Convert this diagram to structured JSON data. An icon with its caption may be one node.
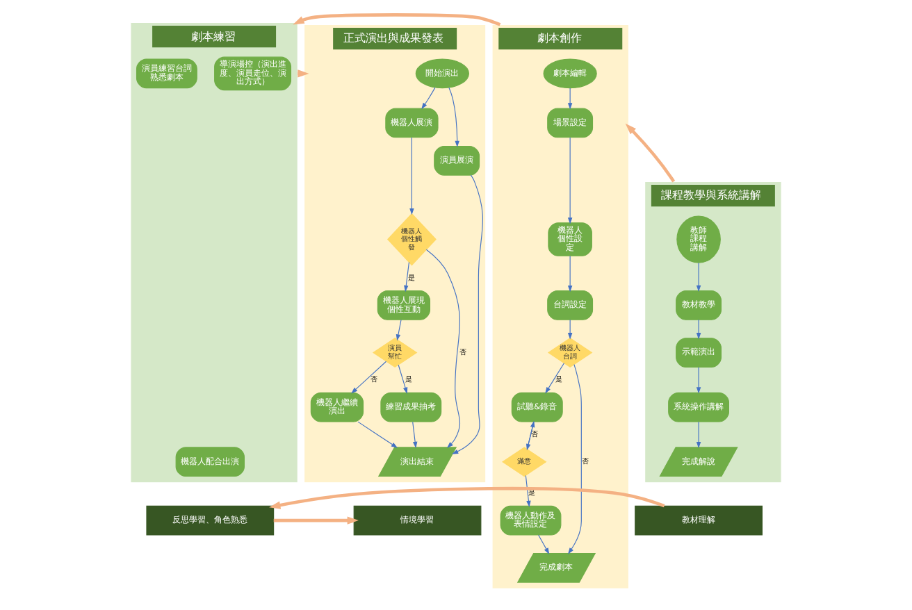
{
  "diagram": {
    "nodes": [
      {
        "text": [
          "課程教學與系統講解"
        ]
      },
      {
        "text": [
          "教師課程講解"
        ],
        "in": 0
      },
      {
        "text": [
          "教材教學"
        ],
        "in": 0
      },
      {
        "text": [
          "示範演出"
        ],
        "in": 0
      },
      {
        "text": [
          "系統操作講解"
        ],
        "in": 0
      },
      {
        "text": [
          "完成解說"
        ],
        "in": 0
      },
      {
        "text": [
          "劇本創作"
        ]
      },
      {
        "text": [
          "劇本編輯"
        ],
        "in": 6
      },
      {
        "text": [
          "場景設定"
        ],
        "in": 6
      },
      {
        "text": [
          "機器人個性設定"
        ],
        "in": 6
      },
      {
        "text": [
          "台詞設定"
        ],
        "in": 6
      },
      {
        "text": [
          "機器人台詞"
        ],
        "in": 6
      },
      {
        "text": [
          "試聽&錄音"
        ],
        "in": 6
      },
      {
        "text": [
          "滿意"
        ],
        "in": 6
      },
      {
        "text": [
          "機器人動作及表情設定"
        ],
        "in": 6
      },
      {
        "text": [
          "完成劇本"
        ],
        "in": 6
      },
      {
        "text": [
          "劇本練習"
        ]
      },
      {
        "text": [
          "導演場控（演出進度、演員走位、演出方式）"
        ],
        "in": 16
      },
      {
        "text": [
          "演員練習台詞熟悉劇本"
        ],
        "in": 16
      },
      {
        "text": [
          "機器人配合出演"
        ],
        "in": 16
      },
      {
        "text": [
          "正式演出與成果發表"
        ]
      },
      {
        "text": [
          "開始演出"
        ],
        "in": 20
      },
      {
        "text": [
          "機器人展演"
        ],
        "in": 20
      },
      {
        "text": [
          "演員展演"
        ],
        "in": 20
      },
      {
        "text": [
          "機器人個性觸發"
        ],
        "in": 20
      },
      {
        "text": [
          "機器人展現個性互動"
        ],
        "in": 20
      },
      {
        "text": [
          "演員幫忙"
        ],
        "in": 20
      },
      {
        "text": [
          "機器人繼續演出"
        ],
        "in": 20
      },
      {
        "text": [
          "練習成果抽考"
        ],
        "in": 20
      },
      {
        "text": [
          "演出結束"
        ],
        "in": 20
      },
      {
        "text": [
          "教材理解"
        ]
      },
      {
        "text": [
          "反思學習、角色熟悉"
        ]
      },
      {
        "text": [
          "情境學習"
        ]
      }
    ],
    "edges": [
      {
        "from": 0,
        "to": 6,
        "arrow": "to",
        "style": "thick",
        "color": "#f4b183"
      },
      {
        "from": 6,
        "to": 16,
        "arrow": "to",
        "style": "thick",
        "color": "#f4b183"
      },
      {
        "from": 16,
        "to": 20,
        "arrow": "to",
        "style": "thick",
        "color": "#f4b183"
      },
      {
        "from": 1,
        "to": 2,
        "arrow": "to"
      },
      {
        "from": 2,
        "to": 3,
        "arrow": "to"
      },
      {
        "from": 3,
        "to": 4,
        "arrow": "to"
      },
      {
        "from": 4,
        "to": 5,
        "arrow": "to"
      },
      {
        "from": 7,
        "to": 8,
        "arrow": "to"
      },
      {
        "from": 8,
        "to": 9,
        "arrow": "to"
      },
      {
        "from": 9,
        "to": 10,
        "arrow": "to"
      },
      {
        "from": 10,
        "to": 11,
        "arrow": "to"
      },
      {
        "from": 11,
        "to": 12,
        "arrow": "to",
        "label": "是"
      },
      {
        "from": 11,
        "to": 15,
        "arrow": "to",
        "label": "否"
      },
      {
        "from": 12,
        "to": 13,
        "arrow": "to"
      },
      {
        "from": 13,
        "to": 12,
        "arrow": "to",
        "label": "否"
      },
      {
        "from": 13,
        "to": 14,
        "arrow": "to",
        "label": "是"
      },
      {
        "from": 14,
        "to": 15,
        "arrow": "to"
      },
      {
        "from": 21,
        "to": 22,
        "arrow": "to"
      },
      {
        "from": 21,
        "to": 23,
        "arrow": "to"
      },
      {
        "from": 22,
        "to": 24,
        "arrow": "to"
      },
      {
        "from": 24,
        "to": 25,
        "arrow": "to",
        "label": "是"
      },
      {
        "from": 24,
        "to": 29,
        "arrow": "to",
        "label": "否"
      },
      {
        "from": 25,
        "to": 26,
        "arrow": "to"
      },
      {
        "from": 26,
        "to": 27,
        "arrow": "to",
        "label": "否"
      },
      {
        "from": 26,
        "to": 28,
        "arrow": "to",
        "label": "是"
      },
      {
        "from": 27,
        "to": 29,
        "arrow": "to"
      },
      {
        "from": 28,
        "to": 29,
        "arrow": "to"
      },
      {
        "from": 23,
        "to": 29,
        "arrow": "to"
      },
      {
        "from": 30,
        "to": 31,
        "arrow": "to",
        "style": "thick",
        "color": "#f4b183"
      },
      {
        "from": 31,
        "to": 32,
        "arrow": "to",
        "style": "thick",
        "color": "#f4b183"
      }
    ]
  }
}
